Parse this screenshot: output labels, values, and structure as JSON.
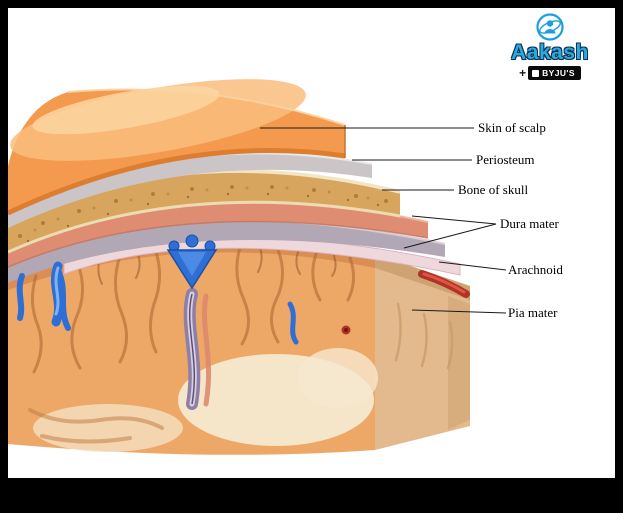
{
  "frame": {
    "color": "#000000",
    "canvas_color": "#ffffff"
  },
  "logo": {
    "brand": "Aakash",
    "plus": "+",
    "sub_brand": "BYJU'S",
    "brand_color": "#29abe2"
  },
  "diagram": {
    "labels": [
      {
        "text": "Skin of scalp"
      },
      {
        "text": "Periosteum"
      },
      {
        "text": "Bone of skull"
      },
      {
        "text": "Dura mater"
      },
      {
        "text": "Arachnoid"
      },
      {
        "text": "Pia mater"
      }
    ],
    "colors": {
      "skin": "#f49a4e",
      "periosteum": "#cbc5c8",
      "bone": "#d8a55e",
      "dura_outer": "#df8d72",
      "dura_inner": "#b2a7b5",
      "arachnoid": "#efd8dc",
      "brain": "#eda767",
      "vessel_blue": "#2e6fd6",
      "vessel_red": "#b03326"
    }
  }
}
